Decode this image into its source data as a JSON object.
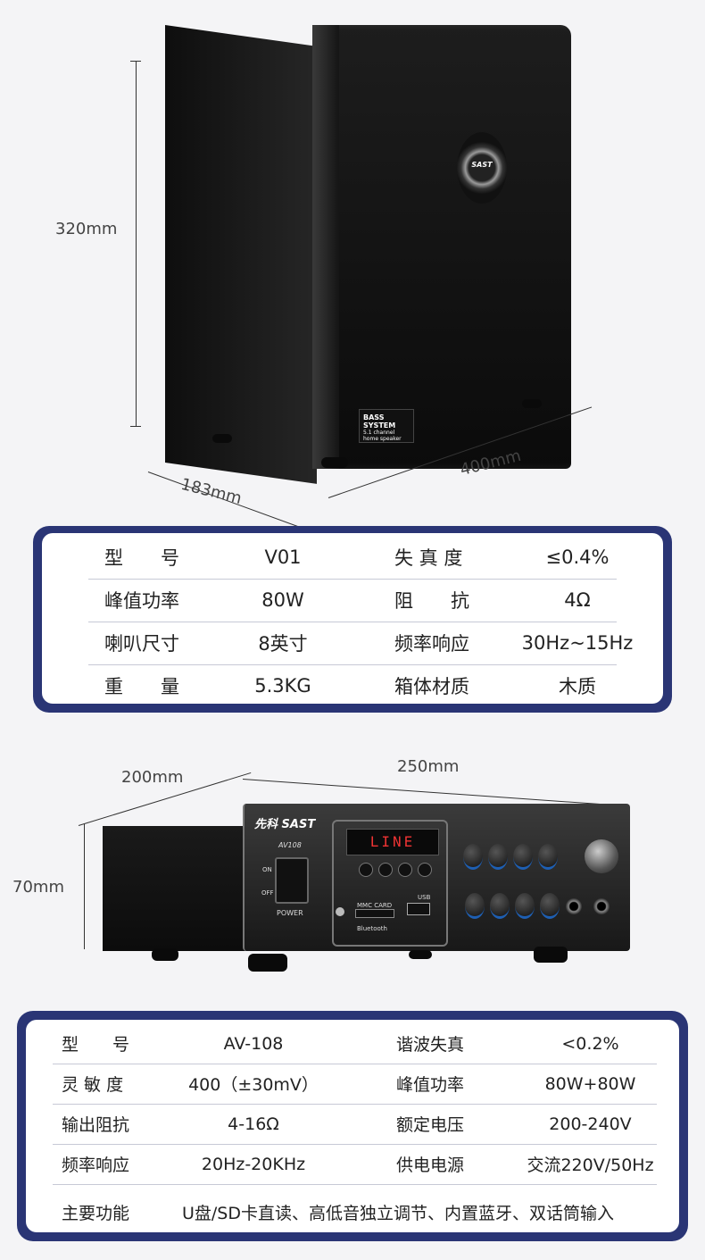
{
  "speaker": {
    "height_label": "320mm",
    "depth_label": "183mm",
    "width_label": "400mm",
    "logo": "SAST",
    "badge_line1": "BASS SYSTEM",
    "badge_line2": "5.1 channel home speaker"
  },
  "speaker_specs": [
    [
      "型　　号",
      "V01",
      "失 真 度",
      "≤0.4%"
    ],
    [
      "峰值功率",
      "80W",
      "阻　　抗",
      "4Ω"
    ],
    [
      "喇叭尺寸",
      "8英寸",
      "频率响应",
      "30Hz~15Hz"
    ],
    [
      "重　　量",
      "5.3KG",
      "箱体材质",
      "木质"
    ]
  ],
  "amplifier": {
    "depth_label": "200mm",
    "width_label": "250mm",
    "height_label": "70mm",
    "brand": "先科 SAST",
    "model": "AV108",
    "display": "LINE",
    "power_label": "POWER",
    "on_label": "ON",
    "off_label": "OFF",
    "card_label": "MMC CARD",
    "usb_label": "USB",
    "bt_label": "Bluetooth"
  },
  "amp_specs": {
    "rows": [
      [
        "型　　号",
        "AV-108",
        "谐波失真",
        "<0.2%"
      ],
      [
        "灵 敏 度",
        "400（±30mV）",
        "峰值功率",
        "80W+80W"
      ],
      [
        "输出阻抗",
        "4-16Ω",
        "额定电压",
        "200-240V"
      ],
      [
        "频率响应",
        "20Hz-20KHz",
        "供电电源",
        "交流220V/50Hz"
      ]
    ],
    "feature_label": "主要功能",
    "feature_value": "U盘/SD卡直读、高低音独立调节、内置蓝牙、双话筒输入"
  }
}
